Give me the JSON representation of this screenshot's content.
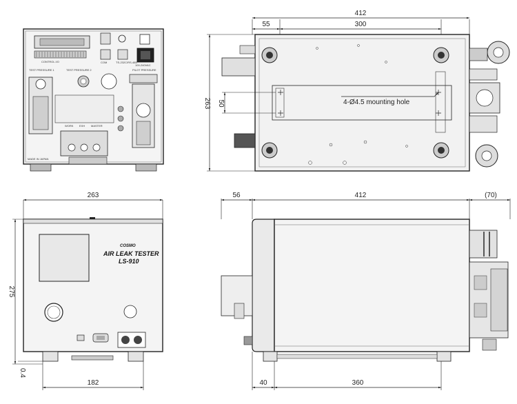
{
  "dimensions": {
    "top_width": "412",
    "top_front_offset": "55",
    "top_hole_pitch_x": "300",
    "top_depth": "263",
    "top_hole_pitch_y": "50",
    "front_width": "263",
    "front_height": "275",
    "front_foot_gap": "0.4",
    "front_foot_pitch": "182",
    "side_front_overhang": "56",
    "side_body_length": "412",
    "side_rear_protrusion": "(70)",
    "side_foot_offset": "40",
    "side_foot_pitch": "360"
  },
  "annotations": {
    "mounting_hole": "4-Ø4.5 mounting hole"
  },
  "front_panel": {
    "brand_logo": "COSMO",
    "product_name": "AIR LEAK TESTER",
    "model": "LS-910"
  },
  "rear_panel": {
    "control_io": "CONTROL I/O",
    "com": "COM",
    "ts_232c": "TS-232C/RS-485",
    "test_pressure_1": "TEST PRESSURE 1",
    "test_pressure_2": "TEST PRESSURE 2",
    "pilot_pressure": "PILOT PRESSURE",
    "work": "WORK",
    "exh": "EXH",
    "master": "MASTER",
    "made_in": "MADE IN JAPAN",
    "power": "100-240VAC"
  }
}
